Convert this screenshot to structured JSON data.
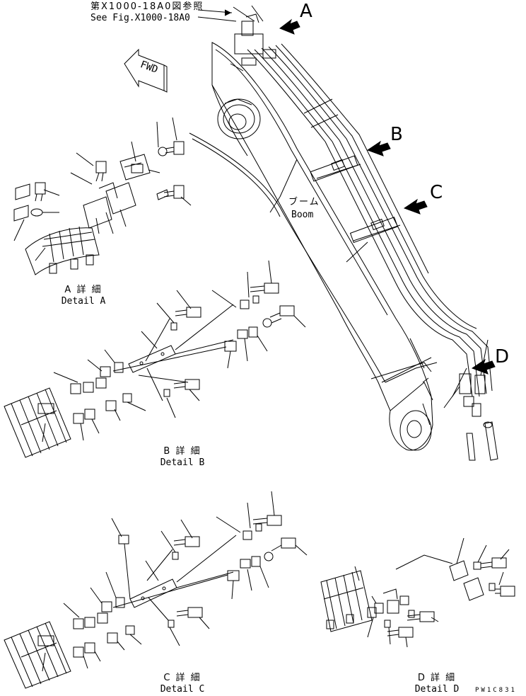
{
  "ref": {
    "jp": "第X1000-18A0図参照",
    "en": "See Fig.X1000-18A0"
  },
  "fwd": "FWD",
  "callouts": {
    "a": "A",
    "b": "B",
    "c": "C",
    "d": "D"
  },
  "boom": {
    "jp": "ブーム",
    "en": "Boom"
  },
  "details": {
    "a": {
      "jp": "A 詳 細",
      "en": "Detail A"
    },
    "b": {
      "jp": "B 詳 細",
      "en": "Detail B"
    },
    "c": {
      "jp": "C 詳 細",
      "en": "Detail C"
    },
    "d": {
      "jp": "D 詳 細",
      "en": "Detail D"
    }
  },
  "drawing_code": "PW1C831",
  "colors": {
    "ink": "#000000",
    "paper": "#ffffff"
  }
}
